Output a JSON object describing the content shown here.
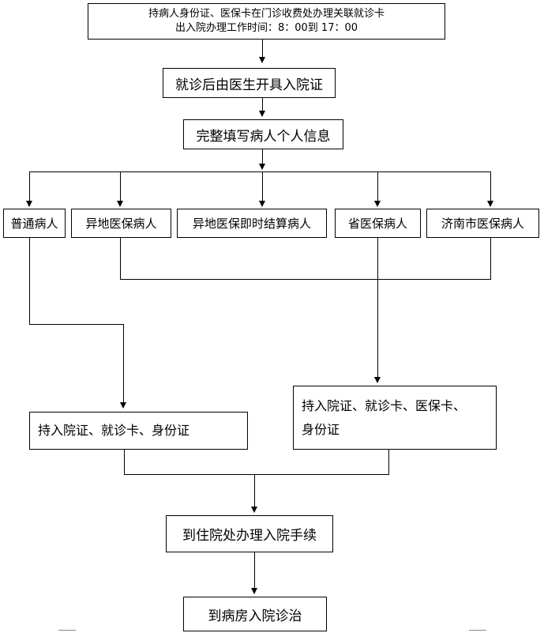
{
  "top": {
    "line1": "持病人身份证、医保卡在门诊收费处办理关联就诊卡",
    "line2": "出入院办理工作时间：8：00到 17：00"
  },
  "step2": "就诊后由医生开具入院证",
  "step3": "完整填写病人个人信息",
  "categories": [
    "普通病人",
    "异地医保病人",
    "异地医保即时结算病人",
    "省医保病人",
    "济南市医保病人"
  ],
  "left_docs": "持入院证、就诊卡、身份证",
  "right_docs": {
    "line1": "持入院证、就诊卡、医保卡、",
    "line2": "身份证"
  },
  "step_admit": "到住院处办理入院手续",
  "step_final": "到病房入院诊治"
}
